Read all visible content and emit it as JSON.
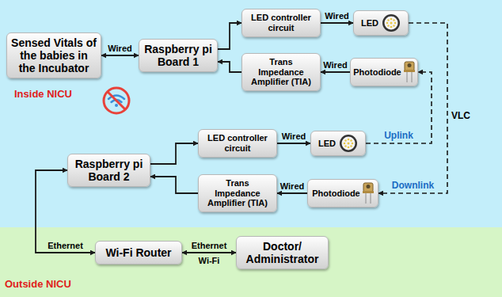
{
  "diagram": {
    "nodes": [
      {
        "text": [
          "Sensed Vitals of the babies in the Incubator"
        ]
      },
      {
        "text": [
          "Raspberry pi Board 1"
        ]
      },
      {
        "text": [
          "LED controller circuit"
        ]
      },
      {
        "text": [
          "LED"
        ]
      },
      {
        "text": [
          "Trans Impedance Amplifier (TIA)"
        ]
      },
      {
        "text": [
          "Photodiode"
        ]
      },
      {
        "text": [
          "Raspberry pi Board 2"
        ]
      },
      {
        "text": [
          "LED controller circuit"
        ]
      },
      {
        "text": [
          "LED"
        ]
      },
      {
        "text": [
          "Trans Impedance Amplifier (TIA)"
        ]
      },
      {
        "text": [
          "Photodiode"
        ]
      },
      {
        "text": [
          "Wi-Fi Router"
        ]
      },
      {
        "text": [
          "Doctor/ Administrator"
        ]
      }
    ],
    "edges": [
      {
        "from": 0,
        "to": 1,
        "arrow": "both",
        "label": "Wired"
      },
      {
        "from": 1,
        "to": 2,
        "arrow": "to"
      },
      {
        "from": 2,
        "to": 3,
        "arrow": "to",
        "label": "Wired"
      },
      {
        "from": 5,
        "to": 4,
        "arrow": "to",
        "label": "Wired"
      },
      {
        "from": 4,
        "to": 1,
        "arrow": "to"
      },
      {
        "from": 3,
        "to": 10,
        "arrow": "to",
        "label": "Downlink"
      },
      {
        "from": 8,
        "to": 5,
        "arrow": "to",
        "label": "Uplink"
      },
      {
        "from": 6,
        "to": 7,
        "arrow": "to"
      },
      {
        "from": 7,
        "to": 8,
        "arrow": "to",
        "label": "Wired"
      },
      {
        "from": 10,
        "to": 9,
        "arrow": "to",
        "label": "Wired"
      },
      {
        "from": 9,
        "to": 6,
        "arrow": "to"
      },
      {
        "from": 6,
        "to": 11,
        "arrow": "both",
        "label": "Ethernet"
      },
      {
        "from": 11,
        "to": 12,
        "arrow": "both",
        "label": "Ethernet"
      }
    ],
    "labels": [
      "Inside NICU",
      "VLC",
      "Wi-Fi",
      "Outside NICU"
    ]
  }
}
